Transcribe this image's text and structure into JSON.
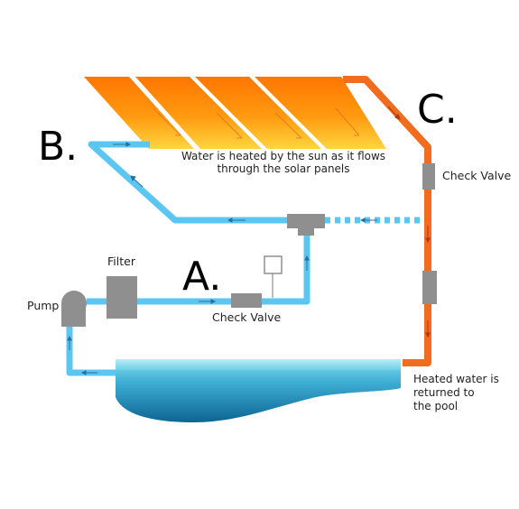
{
  "labels": {
    "a": "A.",
    "b": "B.",
    "c": "C."
  },
  "components": {
    "pump": "Pump",
    "filter": "Filter",
    "check_valve_bottom": "Check Valve",
    "check_valve_right": "Check Valve"
  },
  "captions": {
    "solar_line1": "Water is heated by the sun as it flows",
    "solar_line2": "through the solar panels",
    "return_line1": "Heated water is",
    "return_line2": "returned to",
    "return_line3": "the pool"
  },
  "colors": {
    "cold_pipe": "#5bc6f2",
    "hot_pipe": "#f26c1f",
    "panel_top": "#ff7a00",
    "panel_bottom": "#ffd23a",
    "device_gray": "#8f8f8f",
    "pool_top": "#7fd9ea",
    "pool_bottom": "#0f6f9c"
  },
  "icons": {
    "flow_arrow": "arrow-icon",
    "sensor": "sensor-box-icon"
  }
}
